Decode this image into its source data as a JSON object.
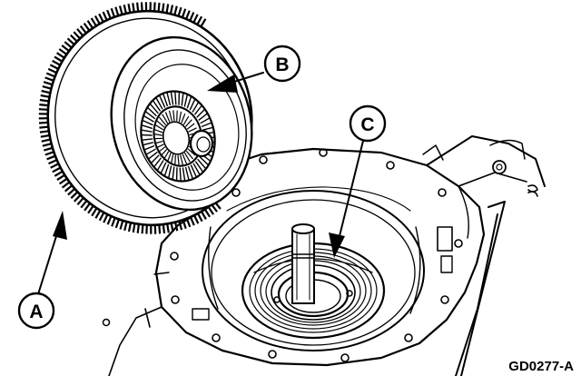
{
  "callouts": {
    "a": "A",
    "b": "B",
    "c": "C"
  },
  "figure_code": "GD0277-A",
  "colors": {
    "ink": "#000000",
    "paper": "#ffffff"
  },
  "icons": {
    "torque_converter": "torque-converter-drawing",
    "transmission_case": "transmission-case-drawing",
    "input_shaft": "input-shaft-drawing"
  }
}
